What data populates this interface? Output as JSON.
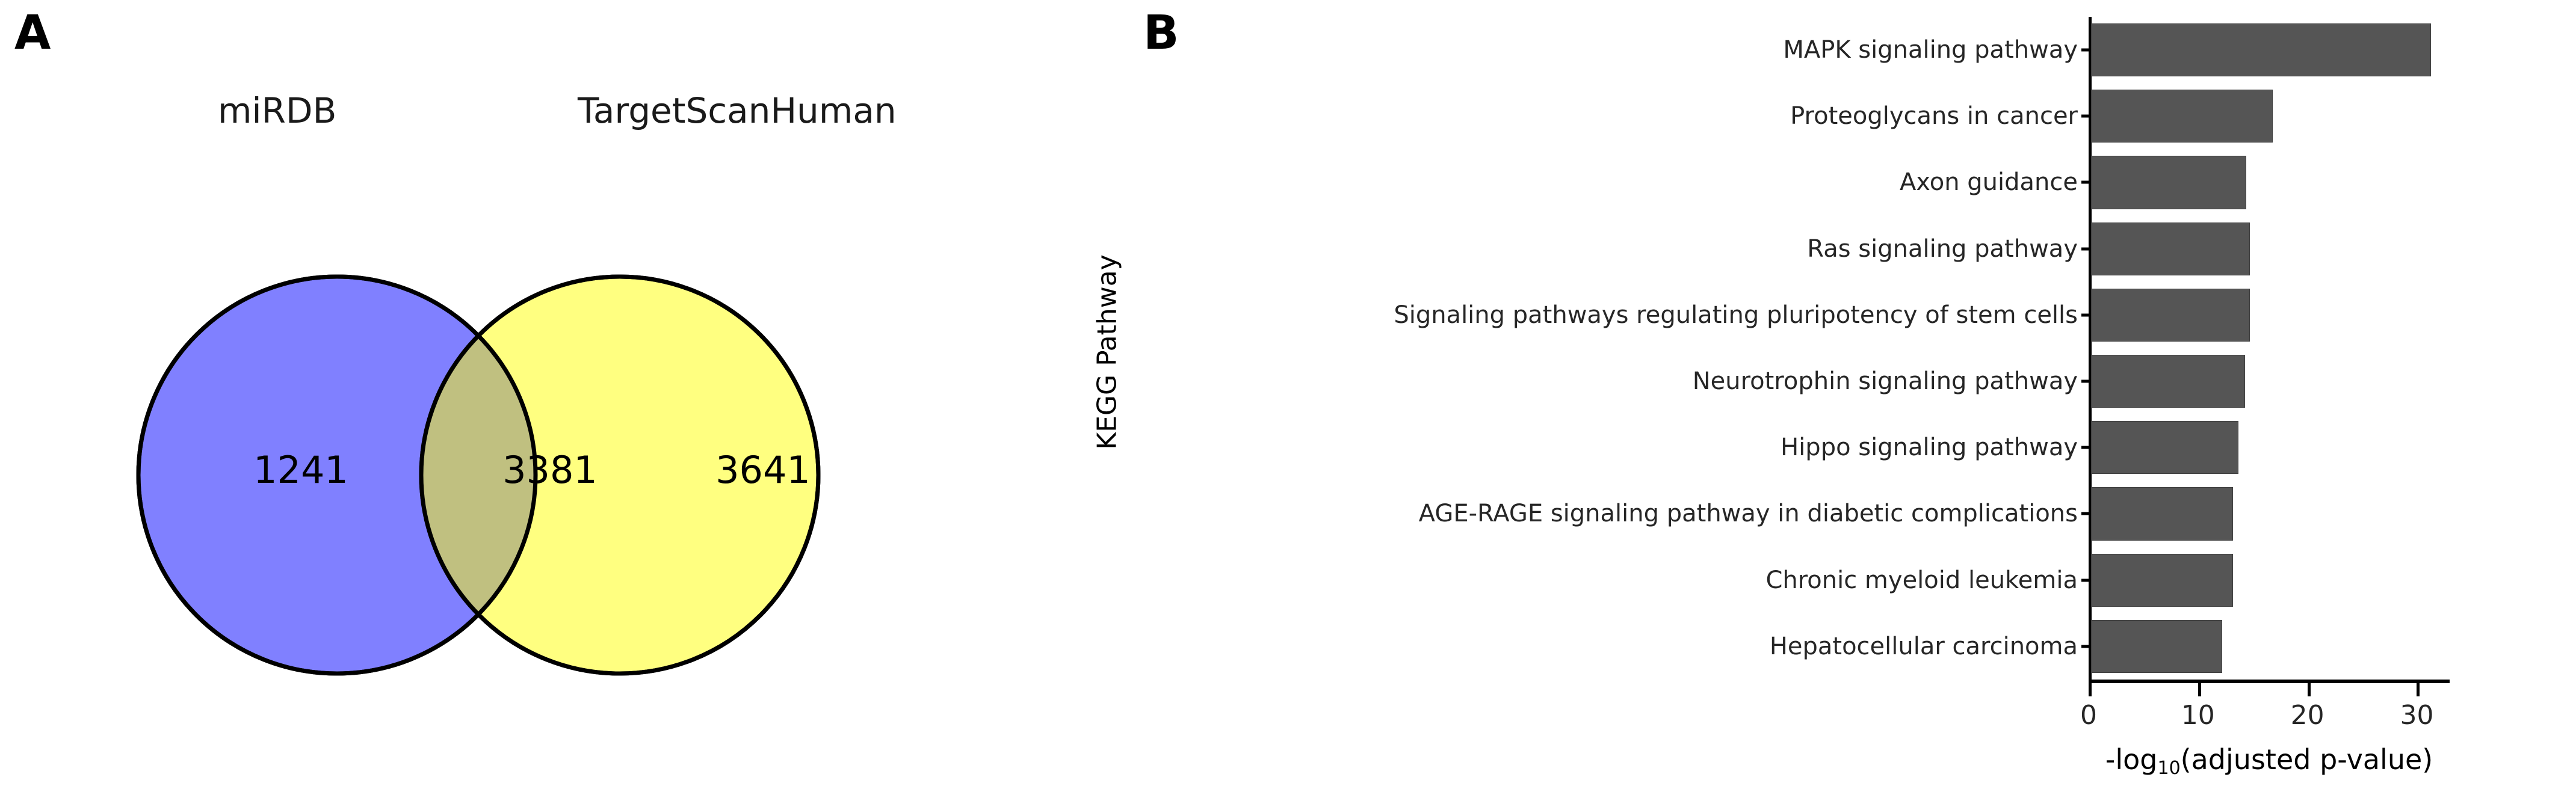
{
  "figure": {
    "panel_a_letter": "A",
    "panel_b_letter": "B"
  },
  "panel_a": {
    "type": "venn",
    "sets": [
      {
        "name": "miRDB",
        "fill": "#8080FF",
        "only_count": 1241
      },
      {
        "name": "TargetScanHuman",
        "fill": "#FFFF80",
        "only_count": 3641
      }
    ],
    "intersection_count": 3381,
    "intersection_fill": "#C0C080",
    "stroke": "#000000",
    "labels": {
      "left_title": "miRDB",
      "right_title": "TargetScanHuman",
      "left_count": "1241",
      "center_count": "3381",
      "right_count": "3641"
    }
  },
  "chart_data": {
    "type": "bar",
    "orientation": "horizontal",
    "title": "",
    "xlabel": "-log10(adjusted p-value)",
    "ylabel": "KEGG Pathway",
    "xlim": [
      0,
      33
    ],
    "grid": false,
    "legend": "none",
    "bar_color": "#555555",
    "bar_edge_color": "#3f3f3f",
    "xticks": [
      0,
      10,
      20,
      30
    ],
    "xtick_labels": [
      "0",
      "10",
      "20",
      "30"
    ],
    "categories": [
      "MAPK signaling pathway",
      "Proteoglycans in cancer",
      "Axon guidance",
      "Ras signaling pathway",
      "Signaling pathways regulating pluripotency of stem cells",
      "Neurotrophin signaling pathway",
      "Hippo signaling pathway",
      "AGE-RAGE signaling pathway in diabetic complications",
      "Chronic myeloid leukemia",
      "Hepatocellular carcinoma"
    ],
    "values": [
      31.1,
      16.6,
      14.2,
      14.5,
      14.5,
      14.1,
      13.5,
      13.0,
      13.0,
      12.0
    ]
  },
  "axis_text": {
    "x_title_prefix": "-log",
    "x_title_sub": "10",
    "x_title_suffix": "(adjusted p-value)",
    "y_title": "KEGG Pathway"
  }
}
